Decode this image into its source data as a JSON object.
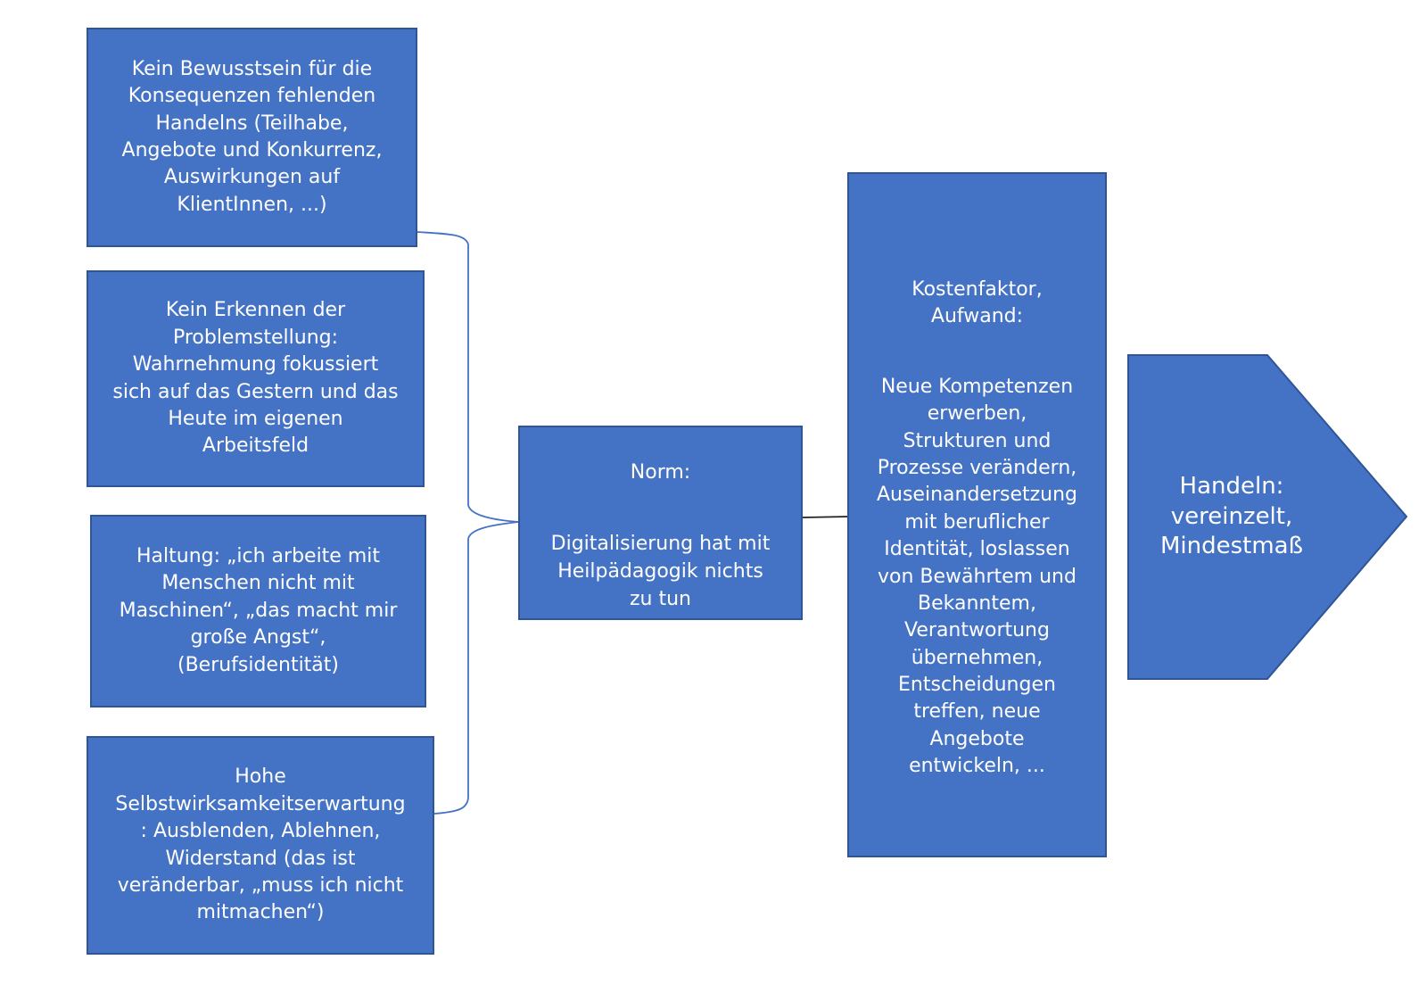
{
  "colors": {
    "box_fill": "#4472c4",
    "box_border": "#2f5597",
    "text": "#ffffff",
    "bracket_line": "#4472c4",
    "connector_line": "#000000"
  },
  "causes": [
    {
      "text": "Kein Bewusstsein für die\nKonsequenzen fehlenden\nHandelns (Teilhabe,\nAngebote und Konkurrenz,\nAuswirkungen auf\nKlientInnen, ...)"
    },
    {
      "text": "Kein Erkennen der\nProblemstellung:\nWahrnehmung fokussiert\nsich auf das Gestern und das\nHeute im eigenen\nArbeitsfeld"
    },
    {
      "text": "Haltung: „ich arbeite mit\nMenschen nicht mit\nMaschinen“, „das macht mir\ngroße Angst“,\n(Berufsidentität)"
    },
    {
      "text": "Hohe\nSelbstwirksamkeitserwartung\n: Ausblenden, Ablehnen,\nWiderstand (das ist\nveränderbar, „muss ich nicht\nmitmachen“)"
    }
  ],
  "norm": {
    "title": "Norm:",
    "text": "Digitalisierung hat mit\nHeilpädagogik nichts\nzu tun"
  },
  "cost": {
    "title": "Kostenfaktor,\nAufwand:",
    "text": "Neue Kompetenzen\nerwerben,\nStrukturen und\nProzesse verändern,\nAuseinandersetzung\nmit beruflicher\nIdentität, loslassen\nvon Bewährtem und\nBekanntem,\nVerantwortung\nübernehmen,\nEntscheidungen\ntreffen, neue\nAngebote\nentwickeln, ..."
  },
  "action": {
    "text": "Handeln:\nvereinzelt,\nMindestmaß"
  }
}
